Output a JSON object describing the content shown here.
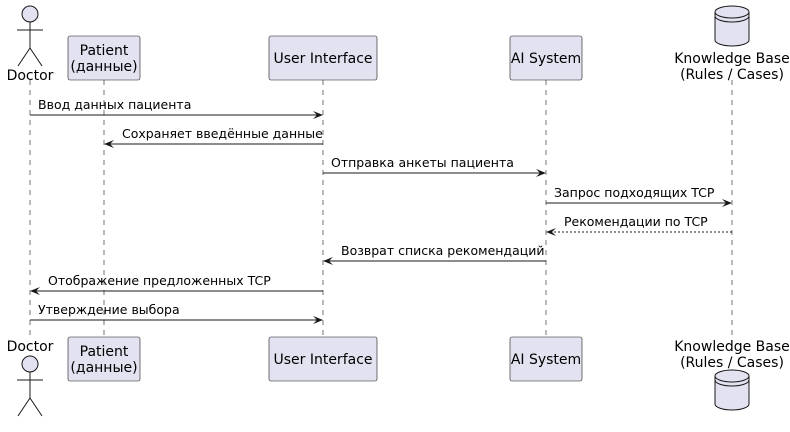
{
  "participants": [
    {
      "id": "doctor",
      "kind": "actor",
      "lines": [
        "Doctor"
      ]
    },
    {
      "id": "patient",
      "kind": "box",
      "lines": [
        "Patient",
        "(данные)"
      ]
    },
    {
      "id": "ui",
      "kind": "box",
      "lines": [
        "User Interface"
      ]
    },
    {
      "id": "ai",
      "kind": "box",
      "lines": [
        "AI System"
      ]
    },
    {
      "id": "kb",
      "kind": "database",
      "lines": [
        "Knowledge Base",
        "(Rules / Cases)"
      ]
    }
  ],
  "messages": [
    {
      "from": "doctor",
      "to": "ui",
      "text": "Ввод данных пациента",
      "style": "solid"
    },
    {
      "from": "ui",
      "to": "patient",
      "text": "Сохраняет введённые данные",
      "style": "solid"
    },
    {
      "from": "ui",
      "to": "ai",
      "text": "Отправка анкеты пациента",
      "style": "solid"
    },
    {
      "from": "ai",
      "to": "kb",
      "text": "Запрос подходящих TCP",
      "style": "solid"
    },
    {
      "from": "kb",
      "to": "ai",
      "text": "Рекомендации по TCP",
      "style": "dashed"
    },
    {
      "from": "ai",
      "to": "ui",
      "text": "Возврат списка рекомендаций",
      "style": "solid"
    },
    {
      "from": "ui",
      "to": "doctor",
      "text": "Отображение предложенных TCP",
      "style": "solid"
    },
    {
      "from": "doctor",
      "to": "ui",
      "text": "Утверждение выбора",
      "style": "solid"
    }
  ]
}
